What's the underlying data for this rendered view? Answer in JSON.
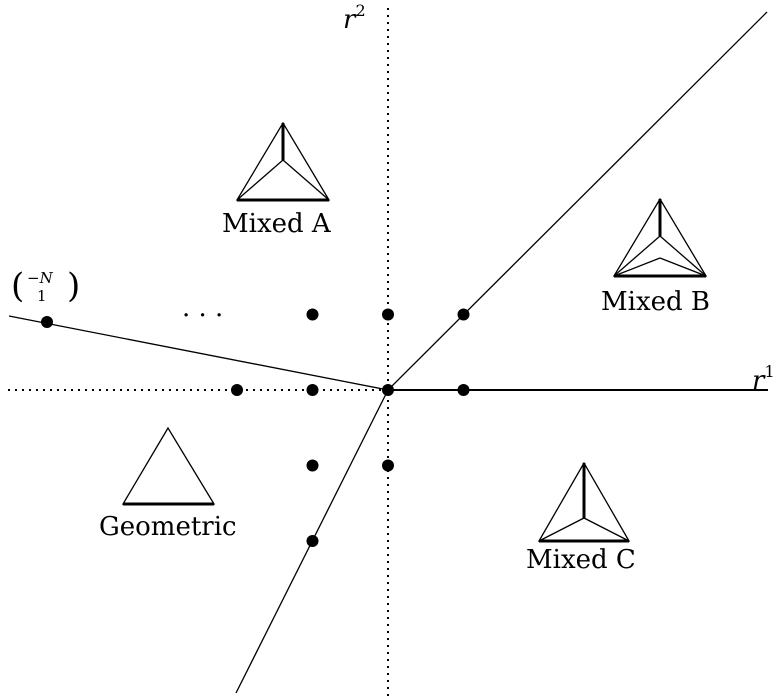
{
  "axes": {
    "x_label": "r",
    "x_sup": "1",
    "y_label": "r",
    "y_sup": "2"
  },
  "regions": {
    "mixed_a": "Mixed A",
    "mixed_b": "Mixed B",
    "mixed_c": "Mixed C",
    "geometric": "Geometric"
  },
  "ellipsis": "· · ·",
  "point_label": {
    "top": "−N",
    "bottom": "1",
    "open": "(",
    "close": ")"
  },
  "lattice_points": [
    [
      1,
      0
    ],
    [
      1,
      1
    ],
    [
      0,
      1
    ],
    [
      -1,
      1
    ],
    [
      -1,
      0
    ],
    [
      -2,
      0
    ],
    [
      -1,
      -1
    ],
    [
      0,
      -1
    ],
    [
      -1,
      -2
    ],
    [
      0,
      0
    ]
  ]
}
